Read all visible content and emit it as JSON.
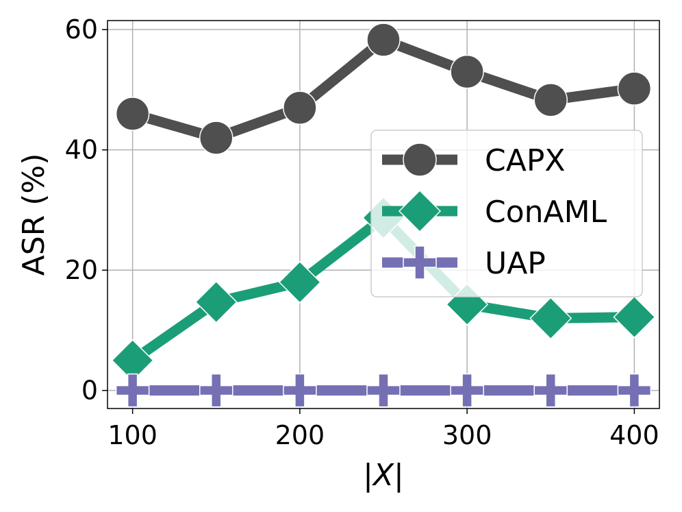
{
  "chart_data": {
    "type": "line",
    "x": [
      100,
      150,
      200,
      250,
      300,
      350,
      400
    ],
    "xlabel": "|X|",
    "ylabel": "ASR (%)",
    "xlim": [
      85,
      415
    ],
    "ylim": [
      -3,
      61.5
    ],
    "xticks": [
      "100",
      "200",
      "300",
      "400"
    ],
    "yticks": [
      "0",
      "20",
      "40",
      "60"
    ],
    "grid": true,
    "legend": "center-right",
    "series": [
      {
        "name": "CAPX",
        "values": [
          46,
          42,
          47,
          58.3,
          53,
          48.3,
          50.2
        ],
        "color": "#4f4f4f",
        "marker": "circle"
      },
      {
        "name": "ConAML",
        "values": [
          5,
          14.7,
          18,
          28.7,
          14.3,
          12,
          12.2
        ],
        "color": "#1b9e77",
        "marker": "diamond"
      },
      {
        "name": "UAP",
        "values": [
          0,
          0,
          0,
          0,
          0,
          0,
          0
        ],
        "color": "#7570b3",
        "marker": "plus"
      }
    ]
  }
}
